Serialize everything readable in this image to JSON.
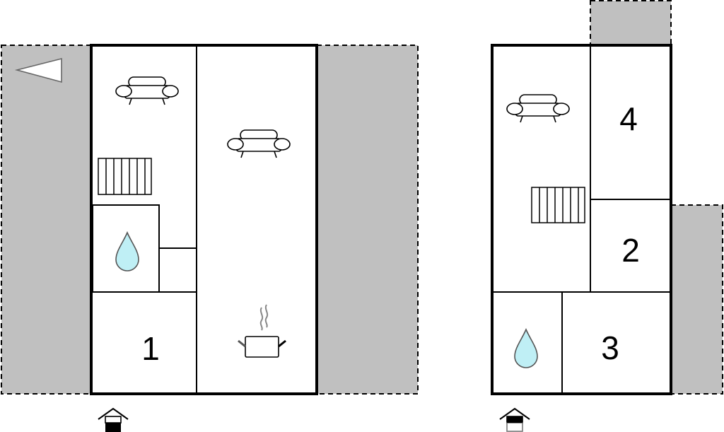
{
  "floors": [
    {
      "name": "ground-floor",
      "rooms": [
        {
          "label": "1"
        }
      ]
    },
    {
      "name": "upper-floor",
      "rooms": [
        {
          "label": "4"
        },
        {
          "label": "2"
        },
        {
          "label": "3"
        }
      ]
    }
  ],
  "colors": {
    "outdoor": "#c0c0c0",
    "wall": "#000000",
    "water": "#bfeff5"
  }
}
